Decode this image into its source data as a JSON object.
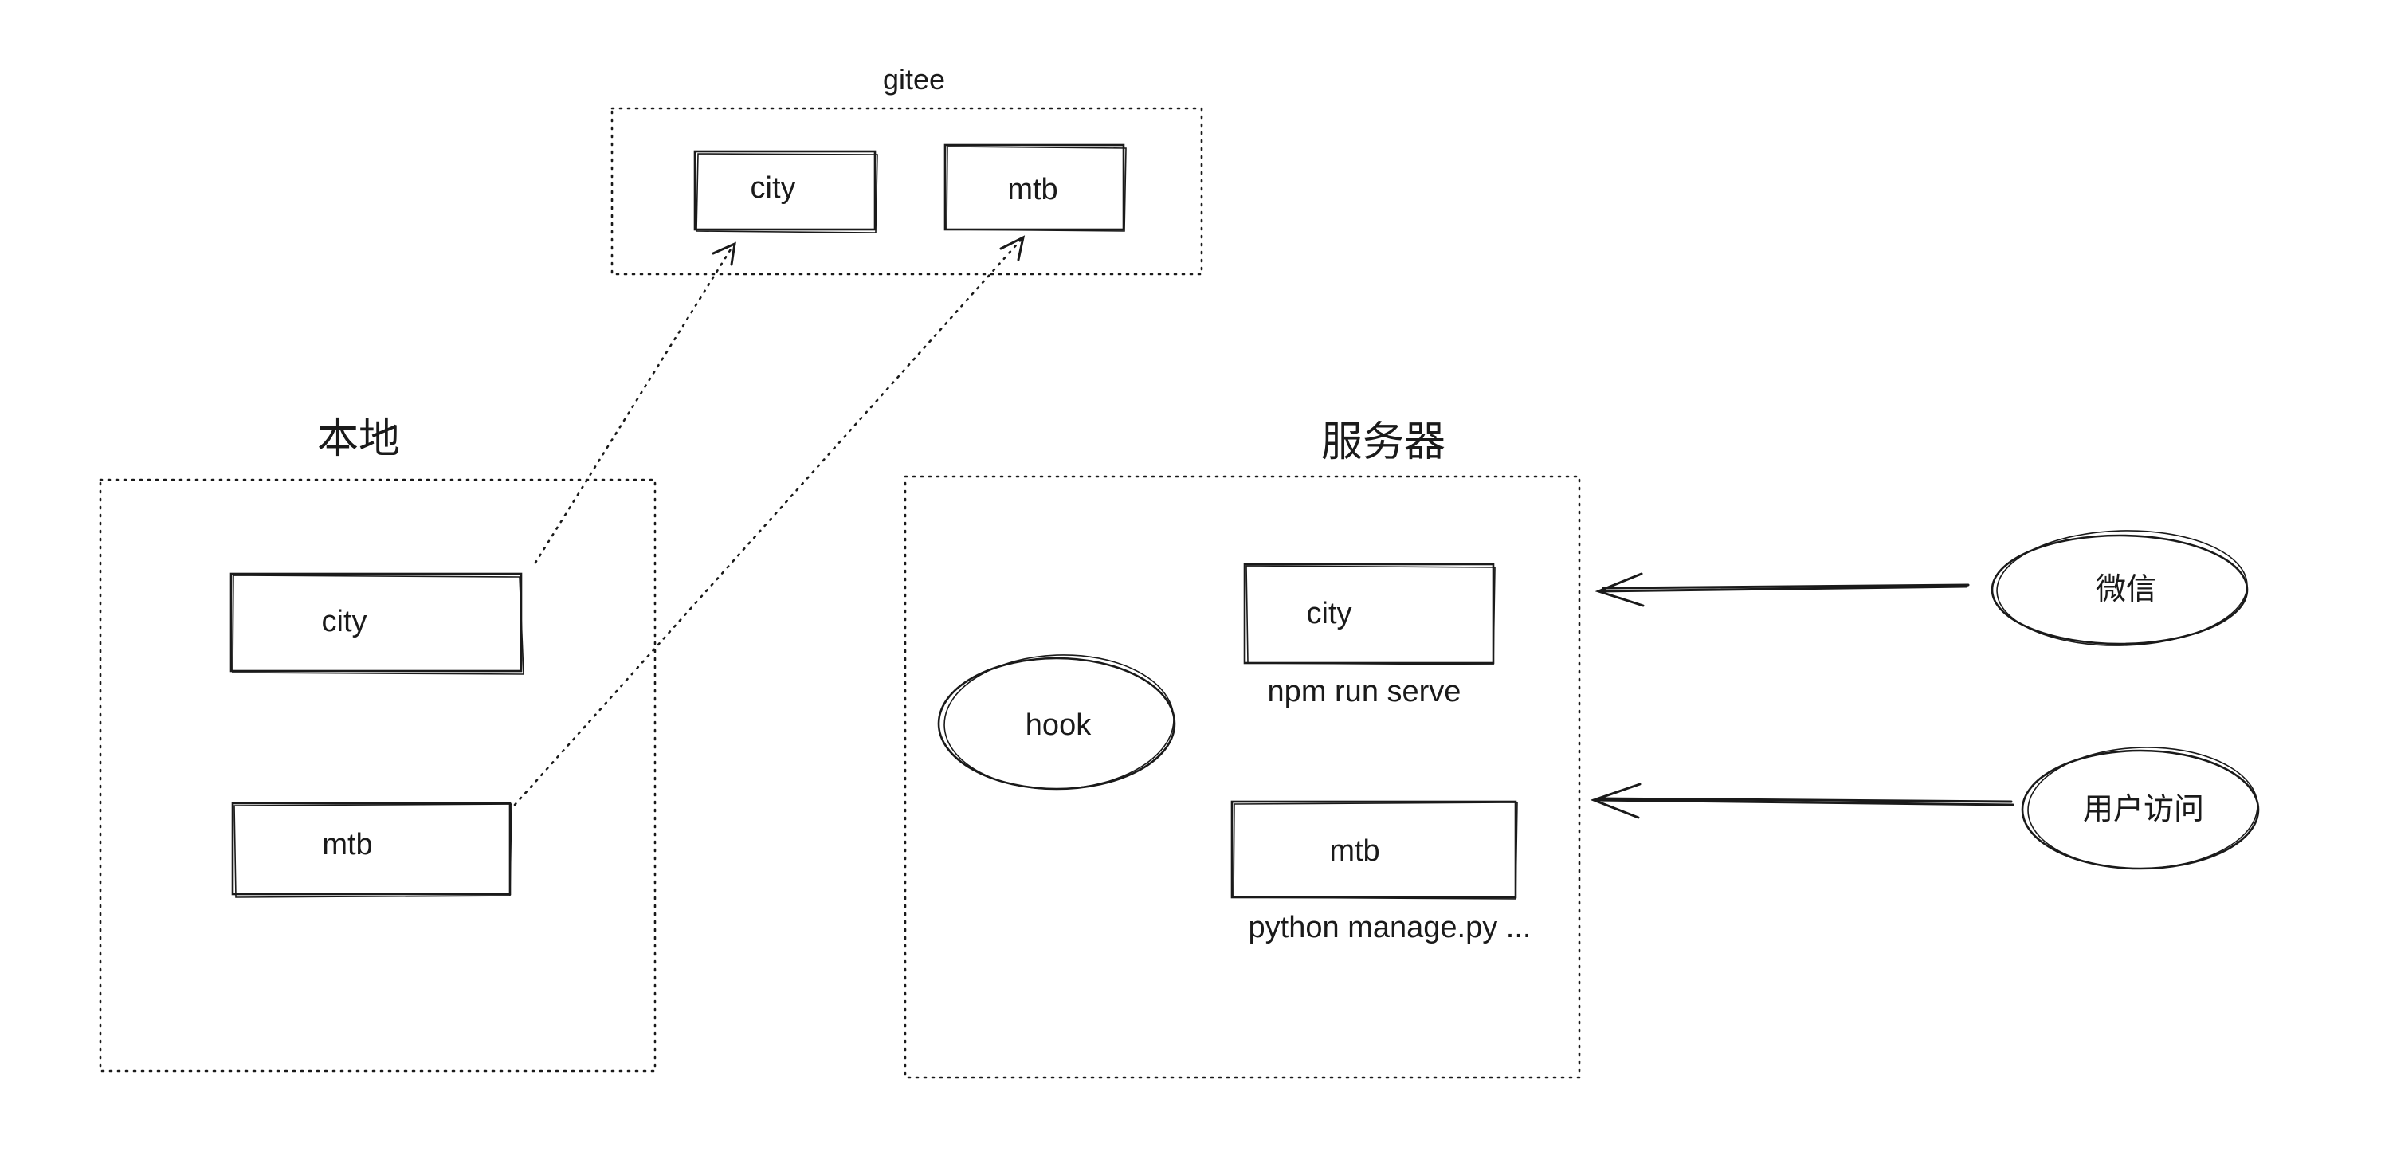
{
  "groups": {
    "gitee": {
      "title": "gitee",
      "items": [
        "city",
        "mtb"
      ]
    },
    "local": {
      "title": "本地",
      "items": [
        "city",
        "mtb"
      ]
    },
    "server": {
      "title": "服务器",
      "hook": "hook",
      "city": {
        "label": "city",
        "caption": "npm run serve"
      },
      "mtb": {
        "label": "mtb",
        "caption": "python manage.py ..."
      }
    }
  },
  "clients": {
    "wechat": "微信",
    "user_access": "用户访问"
  }
}
